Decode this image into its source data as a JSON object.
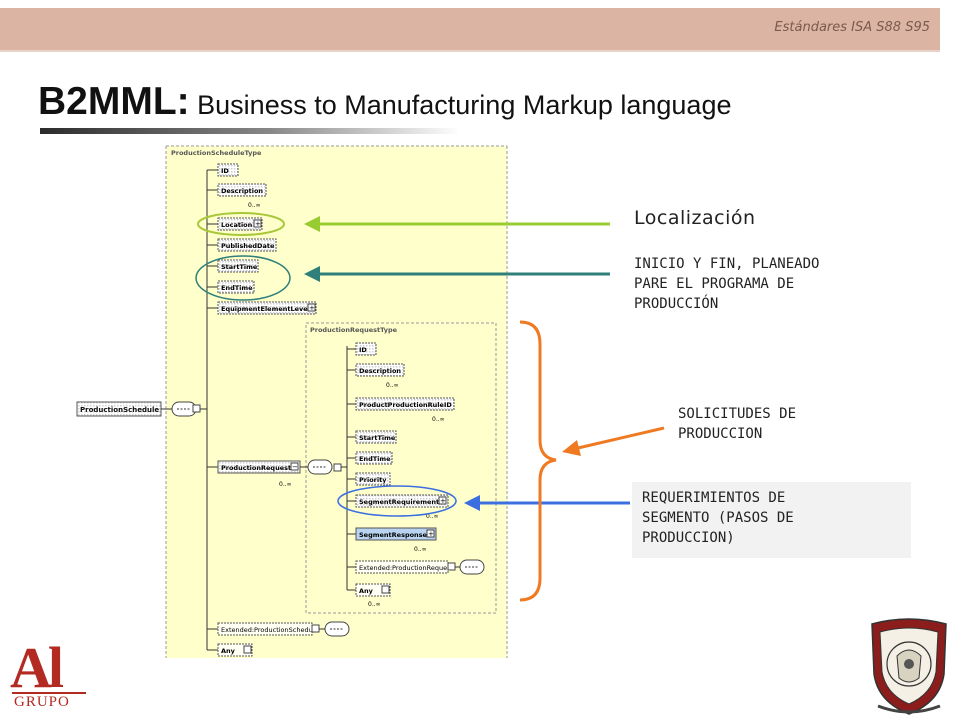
{
  "header": {
    "subtitle": "Estándares ISA S88 S95"
  },
  "title": {
    "main": "B2MML",
    "colon": ":",
    "rest": " Business to Manufacturing Markup language"
  },
  "schema": {
    "outer_type": "ProductionScheduleType",
    "root": "ProductionSchedule",
    "inner_type": "ProductionRequestType",
    "multiplicity": "0..∞",
    "outer_nodes": {
      "id": "ID",
      "description": "Description",
      "location": "Location",
      "published_date": "PublishedDate",
      "start_time": "StartTime",
      "end_time": "EndTime",
      "equipment_element_level": "EquipmentElementLevel",
      "production_request": "ProductionRequest",
      "extended_production_schedule": "Extended:ProductionSchedule",
      "any": "Any"
    },
    "inner_nodes": {
      "id": "ID",
      "description": "Description",
      "product_production_rule_id": "ProductProductionRuleID",
      "start_time": "StartTime",
      "end_time": "EndTime",
      "priority": "Priority",
      "segment_requirement": "SegmentRequirement",
      "segment_response": "SegmentResponse",
      "extended_production_request": "Extended:ProductionRequest",
      "any": "Any"
    }
  },
  "annotations": {
    "localizacion": "Localización",
    "inicio_fin": [
      "INICIO Y FIN, PLANEADO",
      "PARE EL PROGRAMA DE",
      "PRODUCCIÓN"
    ],
    "solicitudes": [
      "SOLICITUDES DE",
      "PRODUCCION"
    ],
    "requerimientos": [
      "REQUERIMIENTOS DE",
      "SEGMENTO (PASOS DE",
      "PRODUCCION)"
    ]
  },
  "colors": {
    "header_bar": "#dbb4a3",
    "diagram_bg": "#ffffcc",
    "arrow_green": "#99cc33",
    "arrow_teal": "#2f7f7a",
    "arrow_orange": "#f07a22",
    "arrow_blue": "#3b6fe0",
    "logo_red": "#b32a23"
  },
  "logo": {
    "text": "Al",
    "subtext": "GRUPO"
  }
}
